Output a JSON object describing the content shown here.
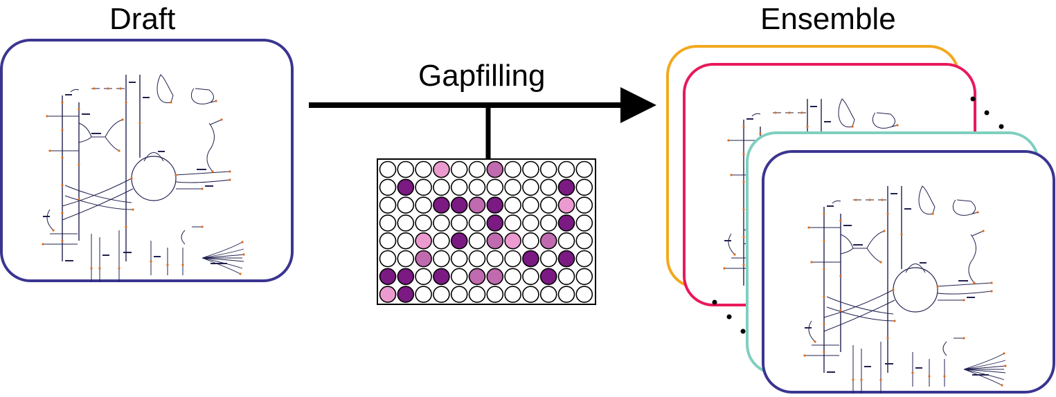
{
  "draft": {
    "title": "Draft"
  },
  "ensemble": {
    "title": "Ensemble"
  },
  "process": {
    "label": "Gapfilling"
  },
  "colors": {
    "draft_border": "#3b3590",
    "ensemble_border_1": "#f2a81d",
    "ensemble_border_2": "#e8195b",
    "ensemble_border_3": "#7fcfc0",
    "ensemble_border_4": "#3b3590",
    "well_dark": "#7a1a82",
    "well_mid": "#c06aaf",
    "well_light": "#ec9bd0",
    "well_empty": "#ffffff",
    "network_line": "#1f1f4f",
    "network_node": "#e06a1a"
  },
  "plate": {
    "rows": 8,
    "cols": 12,
    "wells": [
      "...L..M.....",
      ".D........D.",
      "...DDMD...L.",
      "......D...D.",
      "..L.D.ML.M..",
      "..M.....D.D.",
      "DD.D.MM..D..",
      "LD.........."
    ]
  }
}
